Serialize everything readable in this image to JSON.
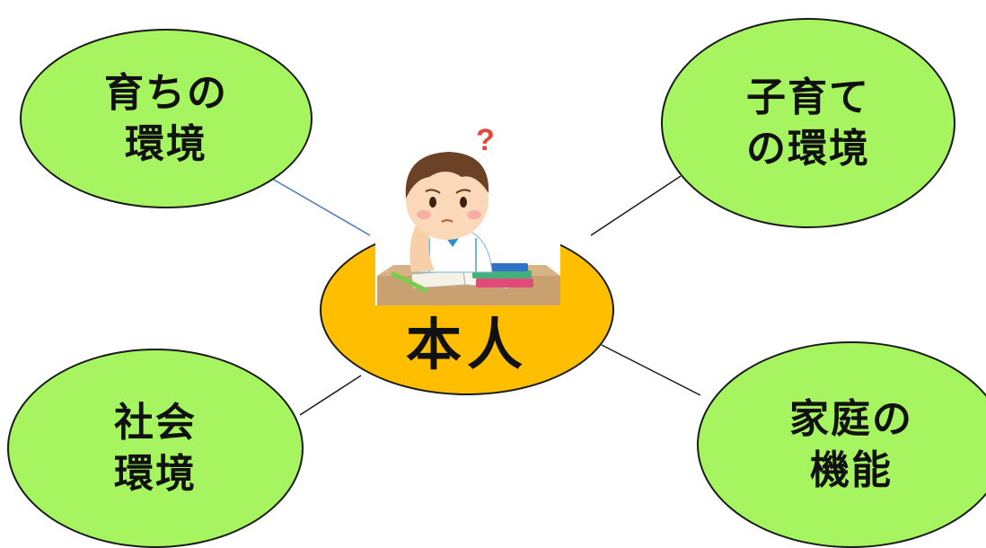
{
  "colors": {
    "outer_bubble": "#a6f560",
    "center_bubble": "#ffbe00",
    "outline": "#1a1a1a",
    "connector_blue": "#4a78b8",
    "connector_black": "#1a1a1a"
  },
  "center": {
    "label": "本人",
    "figure": "thinking-student-illustration"
  },
  "nodes": {
    "upbringing": {
      "line1": "育ちの",
      "line2": "環境"
    },
    "childcare": {
      "line1": "子育て",
      "line2": "の環境"
    },
    "society": {
      "line1": "社会",
      "line2": "環境"
    },
    "family": {
      "line1": "家庭の",
      "line2": "機能"
    }
  }
}
